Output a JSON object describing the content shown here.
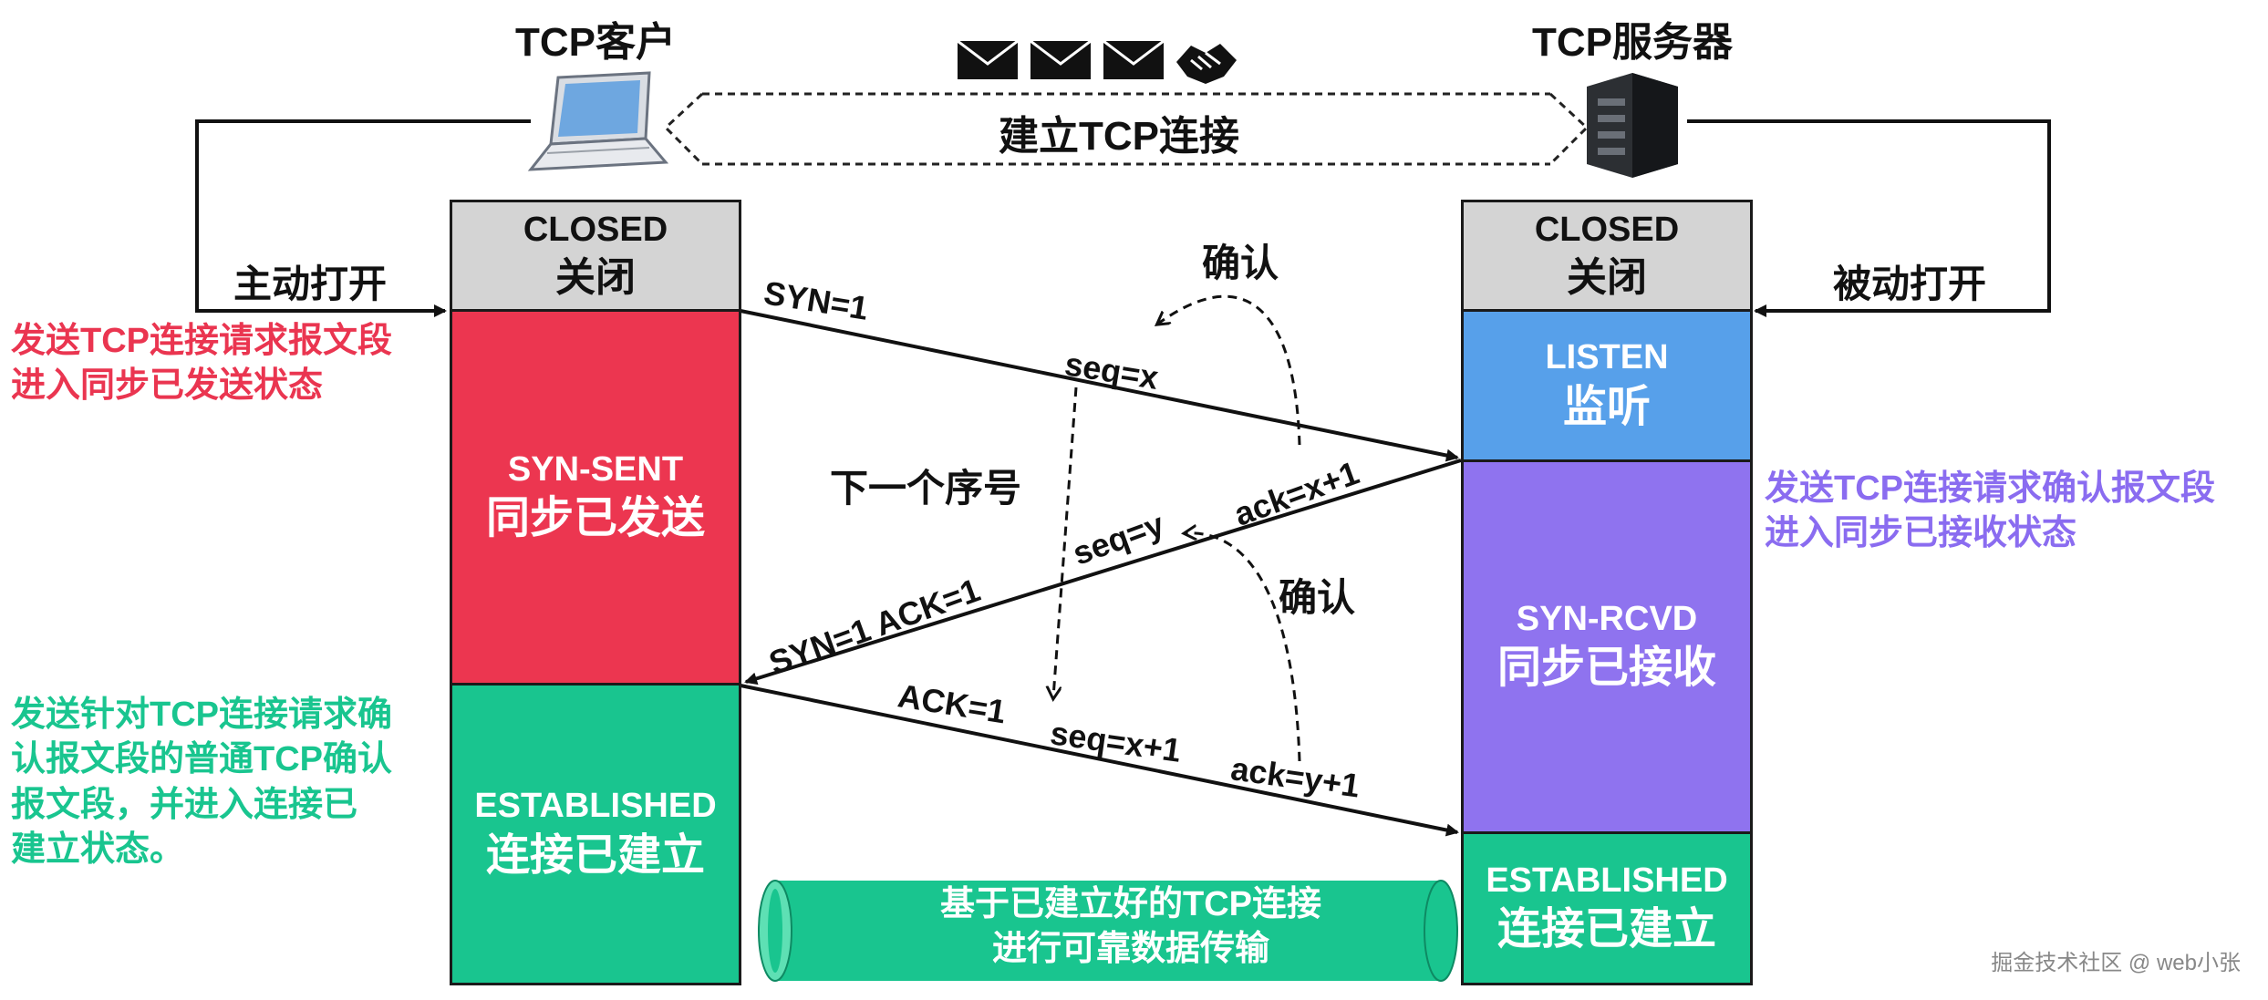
{
  "client": {
    "title": "TCP客户",
    "icon": "laptop-icon"
  },
  "server": {
    "title": "TCP服务器",
    "icon": "server-icon"
  },
  "top_banner": {
    "label": "建立TCP连接",
    "icons": [
      "envelope-icon",
      "envelope-icon",
      "envelope-icon",
      "handshake-icon"
    ]
  },
  "client_open_label": "主动打开",
  "server_open_label": "被动打开",
  "client_states": {
    "closed": {
      "en": "CLOSED",
      "cn": "关闭"
    },
    "syn_sent": {
      "en": "SYN-SENT",
      "cn": "同步已发送"
    },
    "established": {
      "en": "ESTABLISHED",
      "cn": "连接已建立"
    }
  },
  "server_states": {
    "closed": {
      "en": "CLOSED",
      "cn": "关闭"
    },
    "listen": {
      "en": "LISTEN",
      "cn": "监听"
    },
    "syn_rcvd": {
      "en": "SYN-RCVD",
      "cn": "同步已接收"
    },
    "established": {
      "en": "ESTABLISHED",
      "cn": "连接已建立"
    }
  },
  "notes": {
    "client_syn": [
      "发送TCP连接请求报文段",
      "进入同步已发送状态"
    ],
    "client_ack": [
      "发送针对TCP连接请求确",
      "认报文段的普通TCP确认",
      "报文段，并进入连接已",
      "建立状态。"
    ],
    "server_synack": [
      "发送TCP连接请求确认报文段",
      "进入同步已接收状态"
    ]
  },
  "messages": {
    "syn": {
      "flags": "SYN=1",
      "seq": "seq=x"
    },
    "synack": {
      "flags": "SYN=1  ACK=1",
      "seq": "seq=y",
      "ack": "ack=x+1"
    },
    "ack": {
      "flags": "ACK=1",
      "seq": "seq=x+1",
      "ack": "ack=y+1"
    }
  },
  "annotations": {
    "confirm_top": "确认",
    "confirm_bottom": "确认",
    "next_seq": "下一个序号"
  },
  "data_tube": [
    "基于已建立好的TCP连接",
    "进行可靠数据传输"
  ],
  "watermark": "掘金技术社区 @ web小张",
  "colors": {
    "syn_sent": "#ec3650",
    "established": "#19c58f",
    "listen": "#57a0ea",
    "syn_rcvd": "#8f73ef",
    "closed": "#d4d4d4"
  }
}
